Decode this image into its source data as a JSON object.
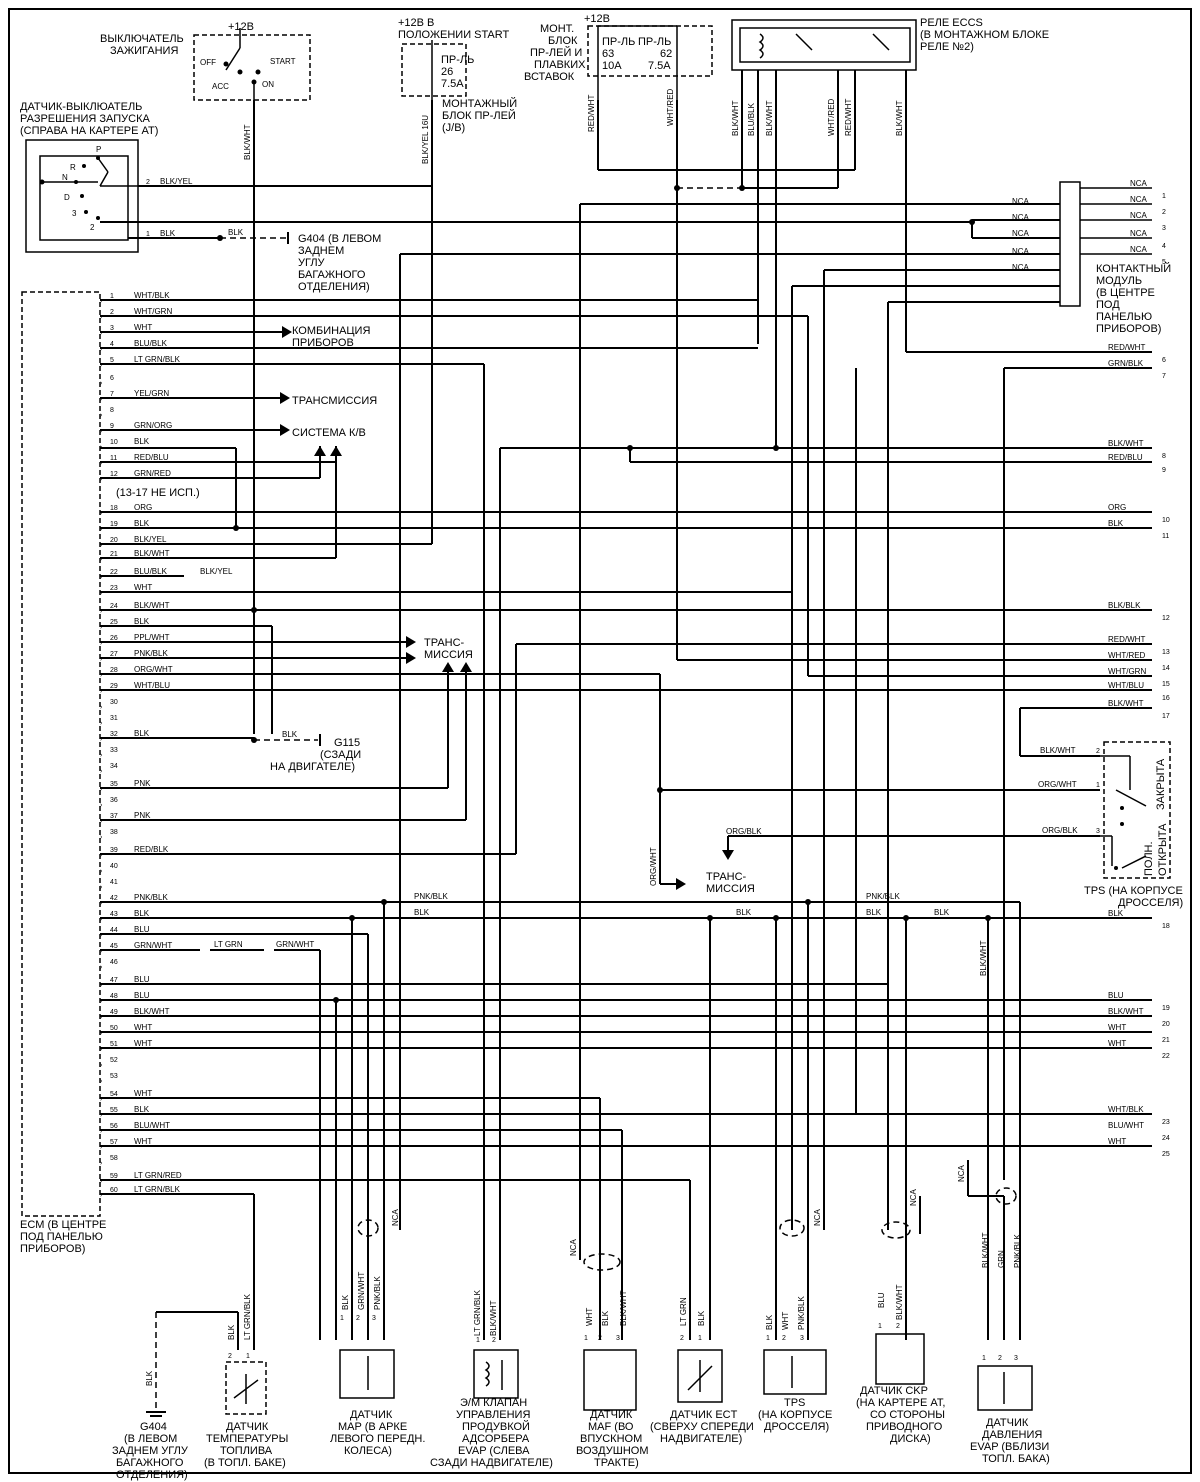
{
  "ignition": {
    "power": "+12В",
    "title": [
      "ВЫКЛЮЧАТЕЛЬ",
      "ЗАЖИГАНИЯ"
    ],
    "positions": [
      "OFF",
      "ACC",
      "START",
      "ON"
    ]
  },
  "start_power": {
    "title": [
      "+12В В",
      "ПОЛОЖЕНИИ START"
    ],
    "fuse": [
      "ПР-ЛЬ",
      "26",
      "7.5A"
    ]
  },
  "jb": {
    "title": [
      "МОНТАЖНЫЙ",
      "БЛОК ПР-ЛЕЙ",
      "(J/B)"
    ]
  },
  "fuse_block": {
    "power": "+12В",
    "title": [
      "МОНТ.",
      "БЛОК",
      "ПР-ЛЕЙ И",
      "ПЛАВКИХ",
      "ВСТАВОК"
    ],
    "fuse_a": [
      "ПР-ЛЬ",
      "63",
      "10A"
    ],
    "fuse_b": [
      "ПР-ЛЬ",
      "62",
      "7.5A"
    ]
  },
  "relay": {
    "title": [
      "РЕЛЕ ECCS",
      "(В МОНТАЖНОМ БЛОКЕ",
      "РЕЛЕ №2)"
    ]
  },
  "park_switch": {
    "title": [
      "ДАТЧИК-ВЫКЛЮАТЕЛЬ",
      "РАЗРЕШЕНИЯ ЗАПУСКА",
      "(СПРАВА НА КАРТЕРЕ АТ)"
    ],
    "positions": [
      "P",
      "R",
      "N",
      "D",
      "3",
      "2"
    ]
  },
  "g404_top": [
    "G404 (В ЛЕВОМ",
    "ЗАДНЕМ",
    "УГЛУ",
    "БАГАЖНОГО",
    "ОТДЕЛЕНИЯ)"
  ],
  "g115": [
    "G115",
    "(СЗАДИ",
    "НА ДВИГАТЕЛЕ)"
  ],
  "contact_module": {
    "title": [
      "КОНТАКТНЫЙ",
      "МОДУЛЬ",
      "(В ЦЕНТРЕ",
      "ПОД",
      "ПАНЕЛЬЮ",
      "ПРИБОРОВ)"
    ]
  },
  "ecm": {
    "title": [
      "ECM (В ЦЕНТРЕ",
      "ПОД ПАНЕЛЬЮ",
      "ПРИБОРОВ)"
    ],
    "unused_note": "(13-17 НЕ ИСП.)"
  },
  "ecm_pins": [
    {
      "n": "1",
      "c": "WHT/BLK"
    },
    {
      "n": "2",
      "c": "WHT/GRN"
    },
    {
      "n": "3",
      "c": "WHT"
    },
    {
      "n": "4",
      "c": "BLU/BLK"
    },
    {
      "n": "5",
      "c": "LT GRN/BLK"
    },
    {
      "n": "6",
      "c": ""
    },
    {
      "n": "7",
      "c": "YEL/GRN"
    },
    {
      "n": "8",
      "c": ""
    },
    {
      "n": "9",
      "c": "GRN/ORG"
    },
    {
      "n": "10",
      "c": "BLK"
    },
    {
      "n": "11",
      "c": "RED/BLU"
    },
    {
      "n": "12",
      "c": "GRN/RED"
    },
    {
      "n": "18",
      "c": "ORG"
    },
    {
      "n": "19",
      "c": "BLK"
    },
    {
      "n": "20",
      "c": "BLK/YEL"
    },
    {
      "n": "21",
      "c": "BLK/WHT"
    },
    {
      "n": "22",
      "c": "BLU/BLK"
    },
    {
      "n": "23",
      "c": "WHT"
    },
    {
      "n": "24",
      "c": "BLK/WHT"
    },
    {
      "n": "25",
      "c": "BLK"
    },
    {
      "n": "26",
      "c": "PPL/WHT"
    },
    {
      "n": "27",
      "c": "PNK/BLK"
    },
    {
      "n": "28",
      "c": "ORG/WHT"
    },
    {
      "n": "29",
      "c": "WHT/BLU"
    },
    {
      "n": "30",
      "c": ""
    },
    {
      "n": "31",
      "c": ""
    },
    {
      "n": "32",
      "c": "BLK"
    },
    {
      "n": "33",
      "c": ""
    },
    {
      "n": "34",
      "c": ""
    },
    {
      "n": "35",
      "c": "PNK"
    },
    {
      "n": "36",
      "c": ""
    },
    {
      "n": "37",
      "c": "PNK"
    },
    {
      "n": "38",
      "c": ""
    },
    {
      "n": "39",
      "c": "RED/BLK"
    },
    {
      "n": "40",
      "c": ""
    },
    {
      "n": "41",
      "c": ""
    },
    {
      "n": "42",
      "c": "PNK/BLK"
    },
    {
      "n": "43",
      "c": "BLK"
    },
    {
      "n": "44",
      "c": "BLU"
    },
    {
      "n": "45",
      "c": "GRN/WHT"
    },
    {
      "n": "46",
      "c": ""
    },
    {
      "n": "47",
      "c": "BLU"
    },
    {
      "n": "48",
      "c": "BLU"
    },
    {
      "n": "49",
      "c": "BLK/WHT"
    },
    {
      "n": "50",
      "c": "WHT"
    },
    {
      "n": "51",
      "c": "WHT"
    },
    {
      "n": "52",
      "c": ""
    },
    {
      "n": "53",
      "c": ""
    },
    {
      "n": "54",
      "c": "WHT"
    },
    {
      "n": "55",
      "c": "BLK"
    },
    {
      "n": "56",
      "c": "BLU/WHT"
    },
    {
      "n": "57",
      "c": "WHT"
    },
    {
      "n": "58",
      "c": ""
    },
    {
      "n": "59",
      "c": "LT GRN/RED"
    },
    {
      "n": "60",
      "c": "LT GRN/BLK"
    }
  ],
  "destinations": {
    "cluster": [
      "КОМБИНАЦИЯ",
      "ПРИБОРОВ"
    ],
    "trans1": "ТРАНСМИССИЯ",
    "ac": "СИСТЕМА К/В",
    "trans2": [
      "ТРАНС-",
      "МИССИЯ"
    ],
    "trans3": [
      "ТРАНС-",
      "МИССИЯ"
    ]
  },
  "right_conn": [
    {
      "n": "1",
      "c": "NCA"
    },
    {
      "n": "2",
      "c": "NCA"
    },
    {
      "n": "3",
      "c": "NCA"
    },
    {
      "n": "4",
      "c": "NCA"
    },
    {
      "n": "5",
      "c": "NCA"
    },
    {
      "n": "6",
      "c": "RED/WHT"
    },
    {
      "n": "7",
      "c": "GRN/BLK"
    },
    {
      "n": "8",
      "c": "BLK/WHT"
    },
    {
      "n": "9",
      "c": "RED/BLU"
    },
    {
      "n": "10",
      "c": "ORG"
    },
    {
      "n": "11",
      "c": "BLK"
    },
    {
      "n": "12",
      "c": "BLK/BLK"
    },
    {
      "n": "13",
      "c": "RED/WHT"
    },
    {
      "n": "14",
      "c": "WHT/RED"
    },
    {
      "n": "15",
      "c": "WHT/GRN"
    },
    {
      "n": "16",
      "c": "WHT/BLU"
    },
    {
      "n": "17",
      "c": "BLK/WHT"
    },
    {
      "n": "18",
      "c": "BLK"
    },
    {
      "n": "19",
      "c": "BLU"
    },
    {
      "n": "20",
      "c": "BLK/WHT"
    },
    {
      "n": "21",
      "c": "WHT"
    },
    {
      "n": "22",
      "c": "WHT"
    },
    {
      "n": "23",
      "c": "WHT/BLK"
    },
    {
      "n": "24",
      "c": "BLU/WHT"
    },
    {
      "n": "25",
      "c": "WHT"
    }
  ],
  "tps_top": {
    "title": [
      "TPS (НА КОРПУСЕ",
      "ДРОССЕЛЯ)"
    ],
    "closed": "ЗАКРЫТА",
    "open": [
      "ПОЛН.",
      "ОТКРЫТА"
    ],
    "wires": [
      {
        "n": "2",
        "c": "BLK/WHT"
      },
      {
        "n": "1",
        "c": "ORG/WHT"
      },
      {
        "n": "3",
        "c": "ORG/BLK"
      }
    ],
    "side_wire": "ORG/BLK"
  },
  "sensors": {
    "g404_bottom": [
      "G404",
      "(В ЛЕВОМ",
      "ЗАДНЕМ УГЛУ",
      "БАГАЖНОГО",
      "ОТДЕЛЕНИЯ)"
    ],
    "fuel_temp": [
      "ДАТЧИК",
      "ТЕМПЕРАТУРЫ",
      "ТОПЛИВА",
      "(В ТОПЛ. БАКЕ)"
    ],
    "map": [
      "ДАТЧИК",
      "MAP (В АРКЕ",
      "ЛЕВОГО ПЕРЕДН.",
      "КОЛЕСА)"
    ],
    "evap_valve": [
      "Э/М КЛАПАН",
      "УПРАВЛЕНИЯ",
      "ПРОДУВКОЙ",
      "АДСОРБЕРА",
      "EVAP (СЛЕВА",
      "СЗАДИ НАДВИГАТЕЛЕ)"
    ],
    "maf": [
      "ДАТЧИК",
      "MAF (ВО",
      "ВПУСКНОМ",
      "ВОЗДУШНОМ",
      "ТРАКТЕ)"
    ],
    "ect": [
      "ДАТЧИК ECT",
      "(СВЕРХУ СПЕРЕДИ",
      "НАДВИГАТЕЛЕ)"
    ],
    "tps": [
      "TPS",
      "(НА КОРПУСЕ",
      "ДРОССЕЛЯ)"
    ],
    "ckp": [
      "ДАТЧИК CKP",
      "(НА КАРТЕРЕ АТ,",
      "СО СТОРОНЫ",
      "ПРИВОДНОГО",
      "ДИСКА)"
    ],
    "evap_press": [
      "ДАТЧИК",
      "ДАВЛЕНИЯ",
      "EVAP (ВБЛИЗИ",
      "ТОПЛ. БАКА)"
    ]
  },
  "misc_labels": {
    "blk": "BLK",
    "blk_yel": "BLK/YEL",
    "blk_wht": "BLK/WHT",
    "pnk_blk": "PNK/BLK",
    "lt_grn": "LT GRN",
    "grn_wht": "GRN/WHT",
    "nca": "NCA",
    "org_wht": "ORG/WHT",
    "red_wht": "RED/WHT",
    "wht_red": "WHT/RED",
    "blu_blk": "BLU/BLK",
    "blk_wht_v": "BLK/WHT",
    "red_wht_v": "RED/WHT",
    "blk_yel_16u": "BLK/YEL 16U",
    "lt_grn_blk": "LT GRN/BLK",
    "blu": "BLU",
    "grn": "GRN",
    "wht": "WHT",
    "pnk_blk_v": "PNK/BLK",
    "blk_wht_s": "BLK/WHT"
  }
}
